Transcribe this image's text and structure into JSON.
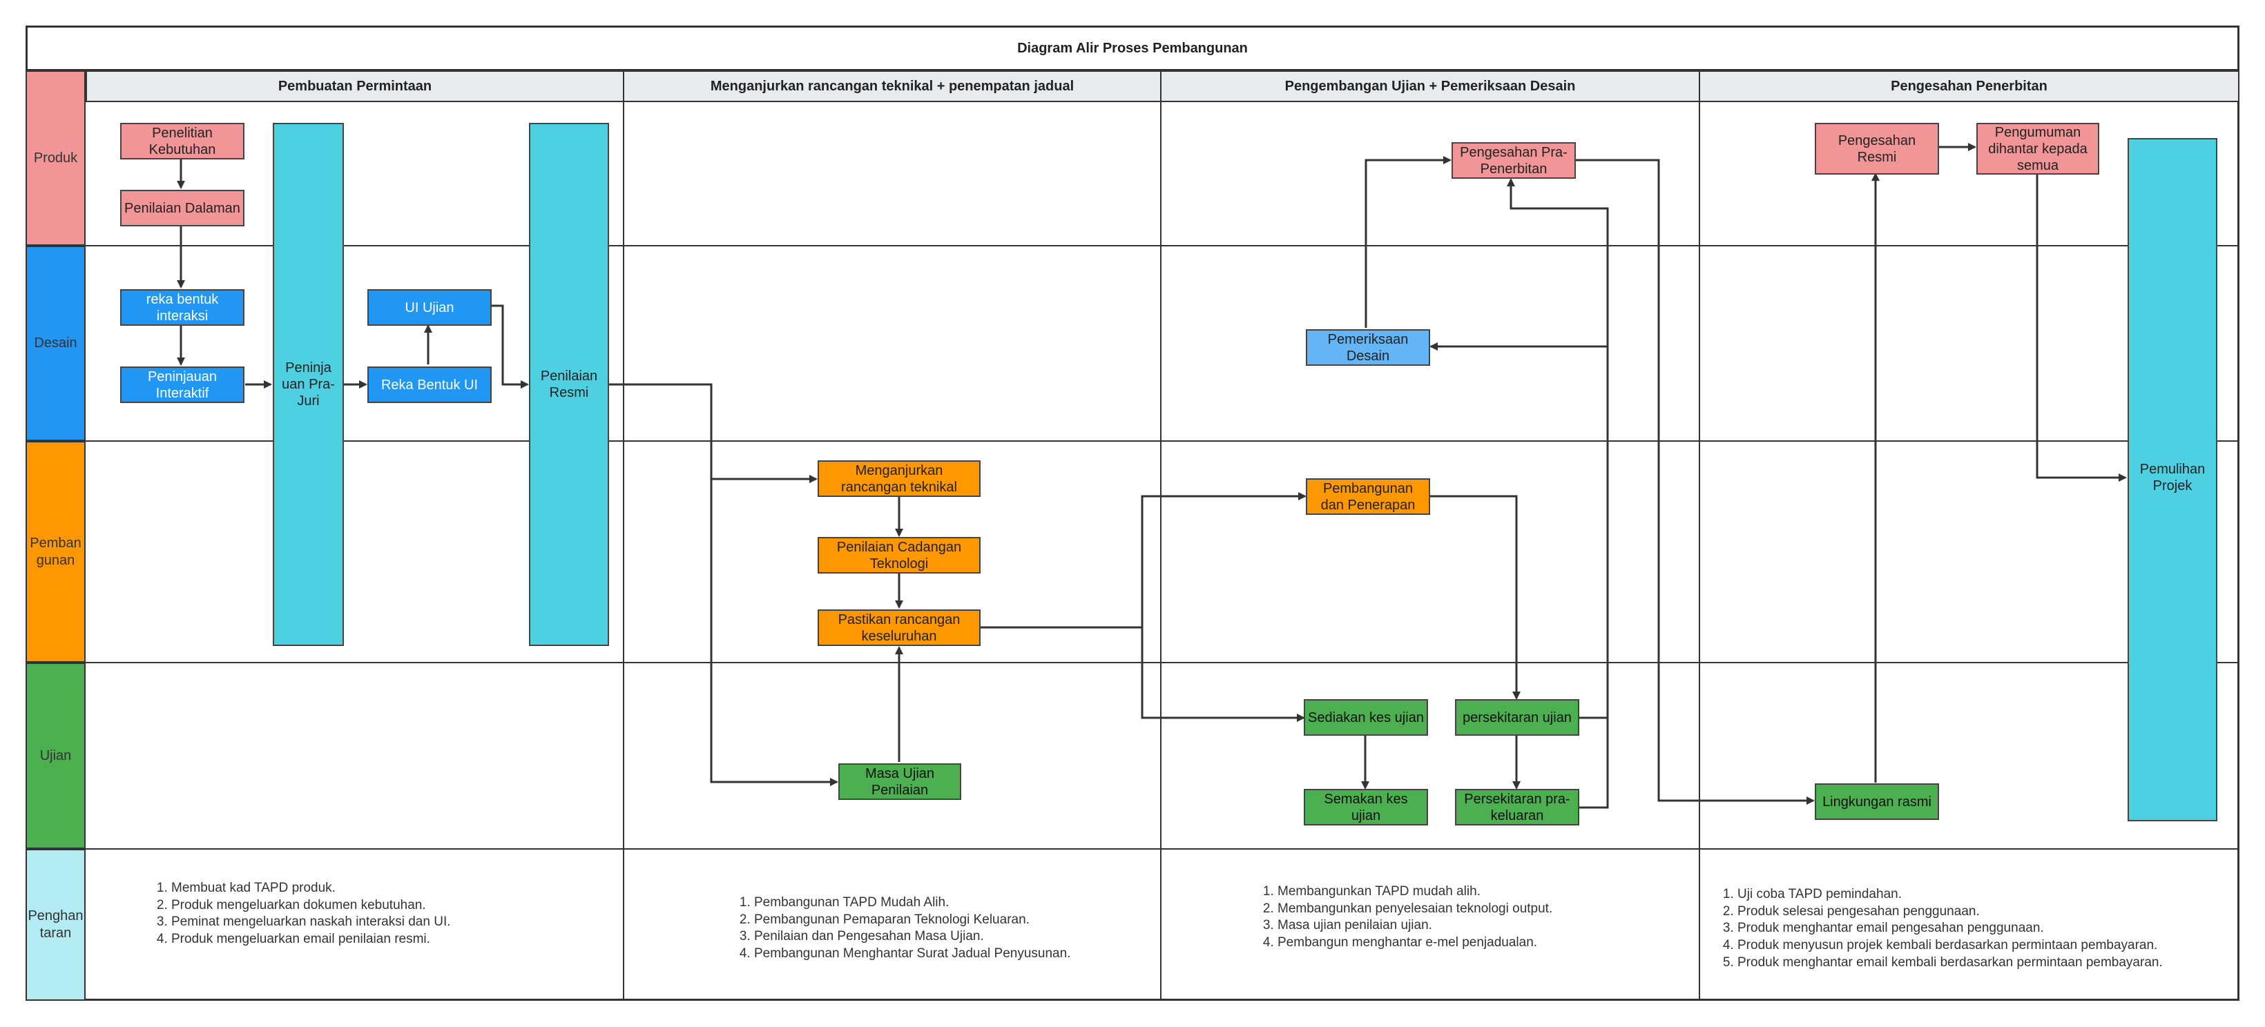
{
  "diagram": {
    "title": "Diagram Alir Proses Pembangunan",
    "columns": [
      "Pembuatan Permintaan",
      "Menganjurkan rancangan teknikal + penempatan jadual",
      "Pengembangan Ujian + Pemeriksaan Desain",
      "Pengesahan Penerbitan"
    ],
    "lanes": [
      "Produk",
      "Desain",
      "Pemban gunan",
      "Ujian",
      "Penghan taran"
    ],
    "lane_colors": [
      "#f29596",
      "#2196f3",
      "#ff9800",
      "#4caf50",
      "#b2ebf2"
    ],
    "nodes": {
      "penelitian_kebutuhan": "Penelitian Kebutuhan",
      "penilaian_dalaman": "Penilaian Dalaman",
      "reka_bentuk_interaksi": "reka bentuk interaksi",
      "peninjauan_interaktif": "Peninjauan Interaktif",
      "peninjauan_pra_juri": "Peninja uan Pra-Juri",
      "ui_ujian": "UI Ujian",
      "reka_bentuk_ui": "Reka Bentuk UI",
      "penilaian_resmi": "Penilaian Resmi",
      "menganjurkan_rancangan": "Menganjurkan rancangan teknikal",
      "penilaian_cadangan": "Penilaian Cadangan Teknologi",
      "pastikan_rancangan": "Pastikan rancangan keseluruhan",
      "masa_ujian_penilaian": "Masa Ujian Penilaian",
      "pengesahan_pra": "Pengesahan Pra-Penerbitan",
      "pemeriksaan_desain": "Pemeriksaan Desain",
      "pembangunan_penerapan": "Pembangunan dan Penerapan",
      "sediakan_kes": "Sediakan kes ujian",
      "persekitaran_ujian": "persekitaran ujian",
      "semakan_kes": "Semakan kes ujian",
      "persekitaran_keluaran": "Persekitaran pra-keluaran",
      "pengesahan_resmi": "Pengesahan Resmi",
      "pengumuman": "Pengumuman dihantar kepada semua",
      "pemulihan_projek": "Pemulihan Projek",
      "lingkungan_rasmi": "Lingkungan rasmi"
    },
    "deliverables": [
      [
        "Membuat kad TAPD produk.",
        "Produk mengeluarkan dokumen kebutuhan.",
        "Peminat mengeluarkan naskah interaksi dan UI.",
        "Produk mengeluarkan email penilaian resmi."
      ],
      [
        "Pembangunan TAPD Mudah Alih.",
        "Pembangunan Pemaparan Teknologi Keluaran.",
        "Penilaian dan Pengesahan Masa Ujian.",
        "Pembangunan Menghantar Surat Jadual Penyusunan."
      ],
      [
        "Membangunkan TAPD mudah alih.",
        "Membangunkan penyelesaian teknologi output.",
        "Masa ujian penilaian ujian.",
        "Pembangun menghantar e-mel penjadualan."
      ],
      [
        "Uji coba TAPD pemindahan.",
        "Produk selesai pengesahan penggunaan.",
        "Produk menghantar email pengesahan penggunaan.",
        "Produk menyusun projek kembali berdasarkan permintaan pembayaran.",
        "Produk menghantar email kembali berdasarkan permintaan pembayaran."
      ]
    ]
  }
}
